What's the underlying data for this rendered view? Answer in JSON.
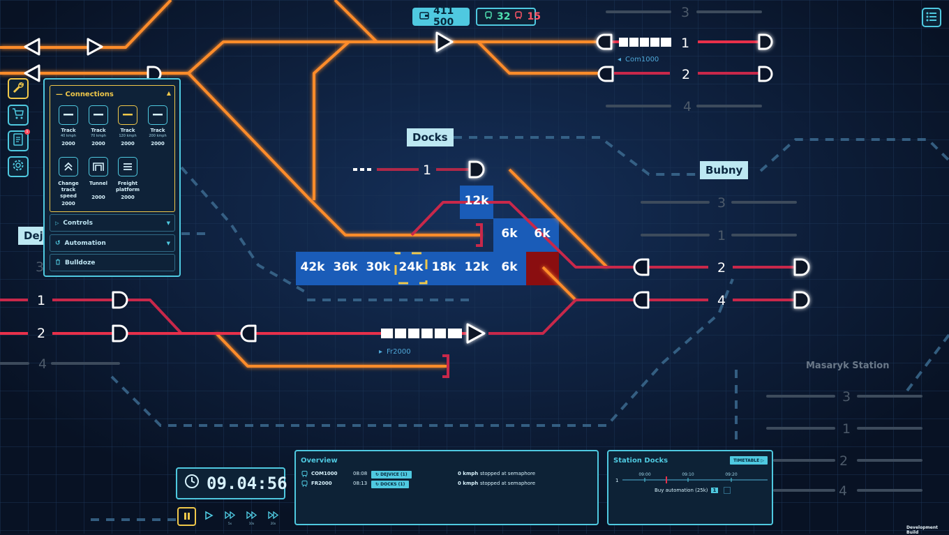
{
  "hud": {
    "money": "411 500",
    "trains_green": "32",
    "trains_red": "15"
  },
  "station_labels": {
    "docks": "Docks",
    "bubny": "Bubny",
    "dejvice_partial": "Dej",
    "masaryk": "Masaryk Station"
  },
  "track_numbers": {
    "top_right": [
      "3",
      "1",
      "2",
      "4"
    ],
    "docks_left": "1",
    "bubny": [
      "3",
      "1",
      "2",
      "4"
    ],
    "left": [
      "1",
      "2",
      "4"
    ],
    "masaryk": [
      "3",
      "1",
      "2",
      "4"
    ],
    "bottom_left_partial": "3"
  },
  "train_labels": {
    "com": "Com1000",
    "fr": "Fr2000"
  },
  "grid_values": {
    "top": "12k",
    "upper_right": [
      "6k",
      "6k"
    ],
    "row": [
      "42k",
      "36k",
      "30k",
      "24k",
      "18k",
      "12k",
      "6k"
    ]
  },
  "connections_panel": {
    "title": "Connections",
    "tools": [
      {
        "name": "Track",
        "speed": "40 kmph",
        "price": "2000"
      },
      {
        "name": "Track",
        "speed": "70 kmph",
        "price": "2000"
      },
      {
        "name": "Track",
        "speed": "120 kmph",
        "price": "2000"
      },
      {
        "name": "Track",
        "speed": "200 kmph",
        "price": "2000"
      },
      {
        "name": "Change track speed",
        "speed": "",
        "price": "2000"
      },
      {
        "name": "Tunnel",
        "speed": "",
        "price": "2000"
      },
      {
        "name": "Freight platform",
        "speed": "",
        "price": "2000"
      }
    ],
    "sections": [
      "Controls",
      "Automation",
      "Bulldoze"
    ]
  },
  "sidebar": {
    "notification_count": "1"
  },
  "clock": {
    "time": "09.04:56"
  },
  "speed_controls": {
    "labels": [
      "5x",
      "10x",
      "20x"
    ]
  },
  "overview": {
    "title": "Overview",
    "rows": [
      {
        "train": "COM1000",
        "time": "08:08",
        "destination": "DEJVICE (1)",
        "speed": "0 kmph",
        "status": "stopped at semaphore"
      },
      {
        "train": "FR2000",
        "time": "08:13",
        "destination": "DOCKS (1)",
        "speed": "0 kmph",
        "status": "stopped at semaphore"
      }
    ]
  },
  "station_panel": {
    "title": "Station Docks",
    "timetable_label": "TIMETABLE",
    "track": "1",
    "times": [
      "09:00",
      "09:10",
      "09:20"
    ],
    "buy_automation": "Buy automation (25k)",
    "buy_count": "1"
  },
  "footer": {
    "build": "Development Build"
  },
  "colors": {
    "accent": "#4fc9e0",
    "orange_track": "#ff8c2a",
    "red_track": "#e8304a",
    "highlight": "#f0c84a",
    "grid_blue": "#1a5cb8"
  }
}
